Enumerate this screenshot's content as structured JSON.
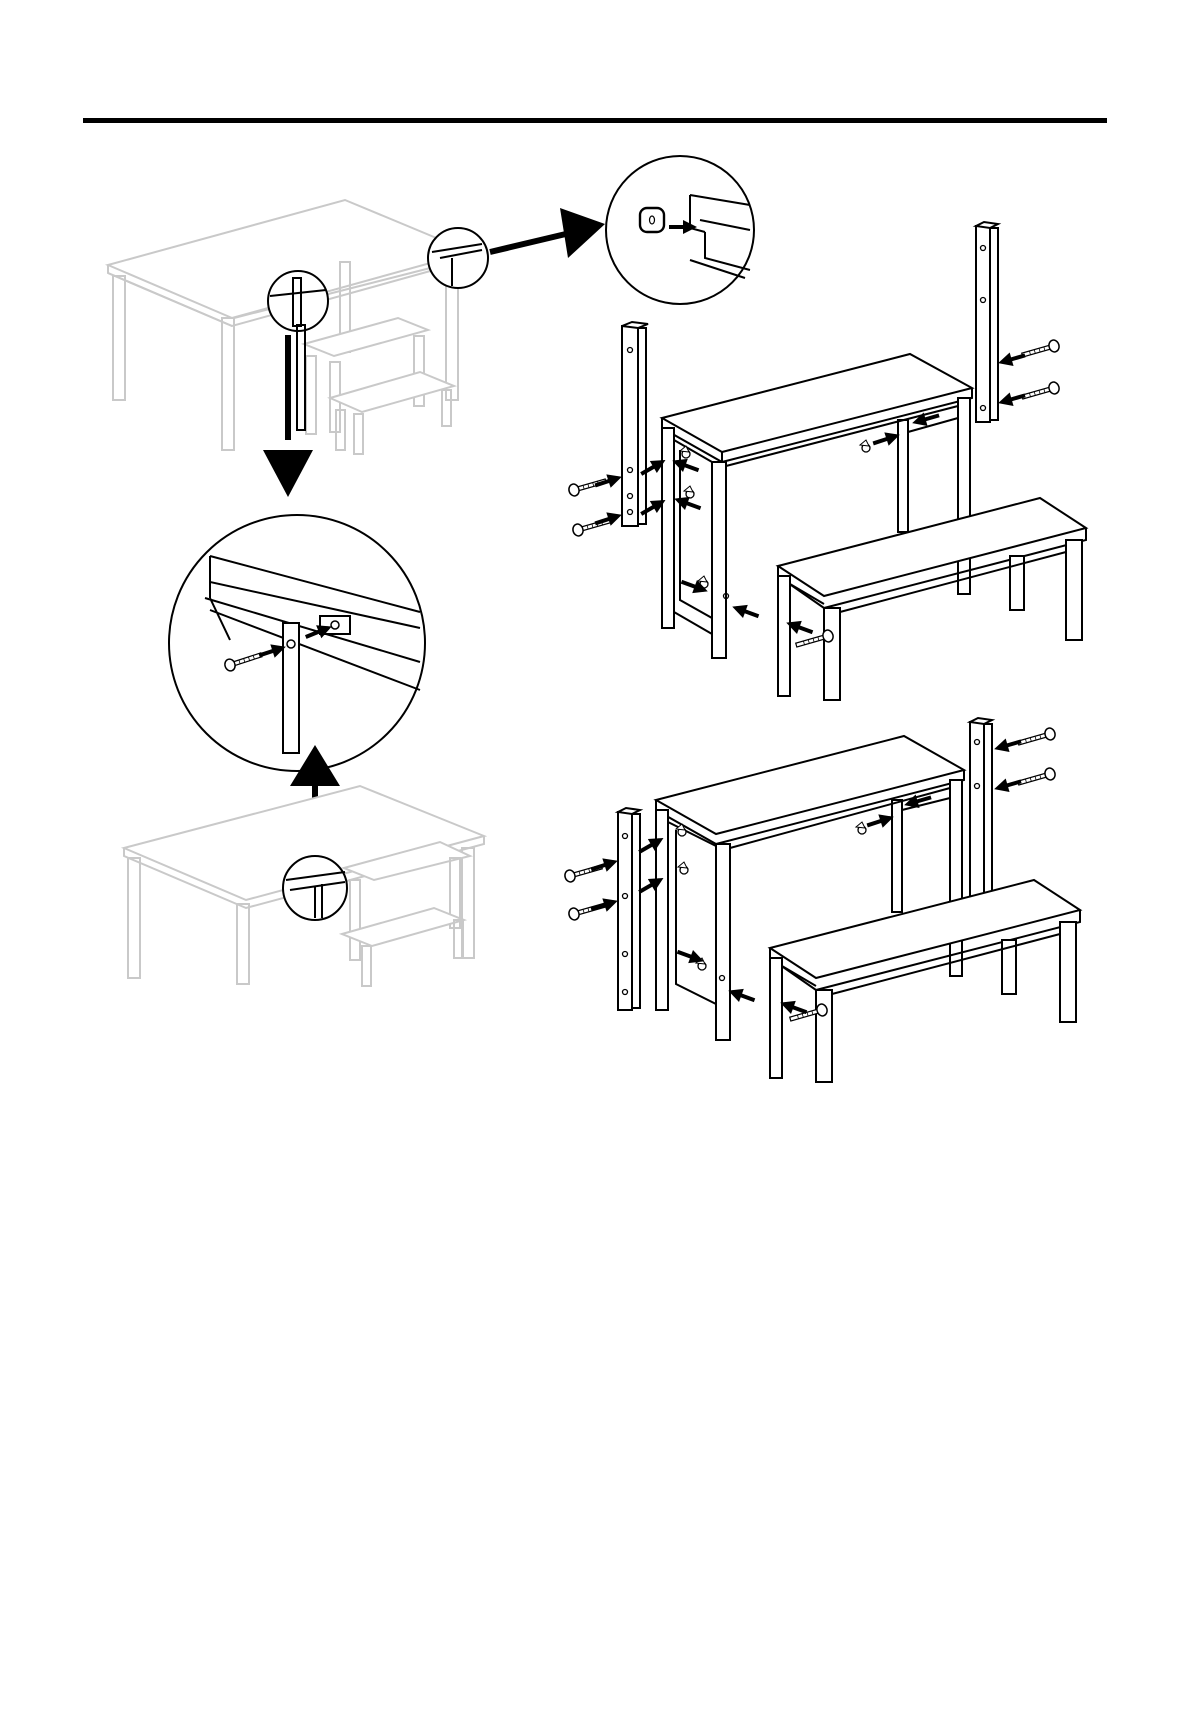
{
  "page": {
    "type": "assembly-instructions",
    "text": []
  },
  "figures": [
    {
      "name": "overview-table-top-view",
      "icon": "table-bench-set-sketch"
    },
    {
      "name": "overview-table-bottom-view",
      "icon": "table-bench-set-sketch"
    },
    {
      "name": "detail-circle-end-cap",
      "icon": "magnify-detail"
    },
    {
      "name": "detail-circle-leg-bolt",
      "icon": "magnify-detail"
    },
    {
      "name": "assembly-step-upper",
      "icon": "exploded-assembly"
    },
    {
      "name": "assembly-step-lower",
      "icon": "exploded-assembly"
    }
  ],
  "colors": {
    "ink": "#000000",
    "faint": "#c9c9c9",
    "paper": "#ffffff"
  }
}
